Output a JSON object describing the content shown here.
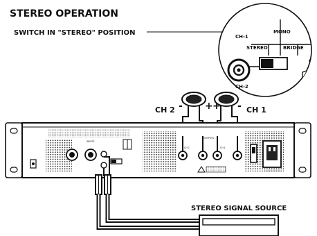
{
  "title": "STEREO OPERATION",
  "switch_label": "SWITCH IN \"STEREO\" POSITION",
  "inset": {
    "ch1": "CH-1",
    "ch2": "CH-2",
    "stereo": "STEREO",
    "mono": "MONO",
    "bridge": "BRIDGE",
    "cut_label": "CH",
    "polarity": [
      "-",
      "+",
      "+",
      "-"
    ]
  },
  "speakers": {
    "ch2": "CH 2",
    "ch1": "CH 1"
  },
  "panel": {
    "outputs_label": "OUTPUTS",
    "inputs_label": "INPUTS",
    "ch1": "CH 1",
    "ch2": "CH 2"
  },
  "source_label": "STEREO SIGNAL SOURCE"
}
